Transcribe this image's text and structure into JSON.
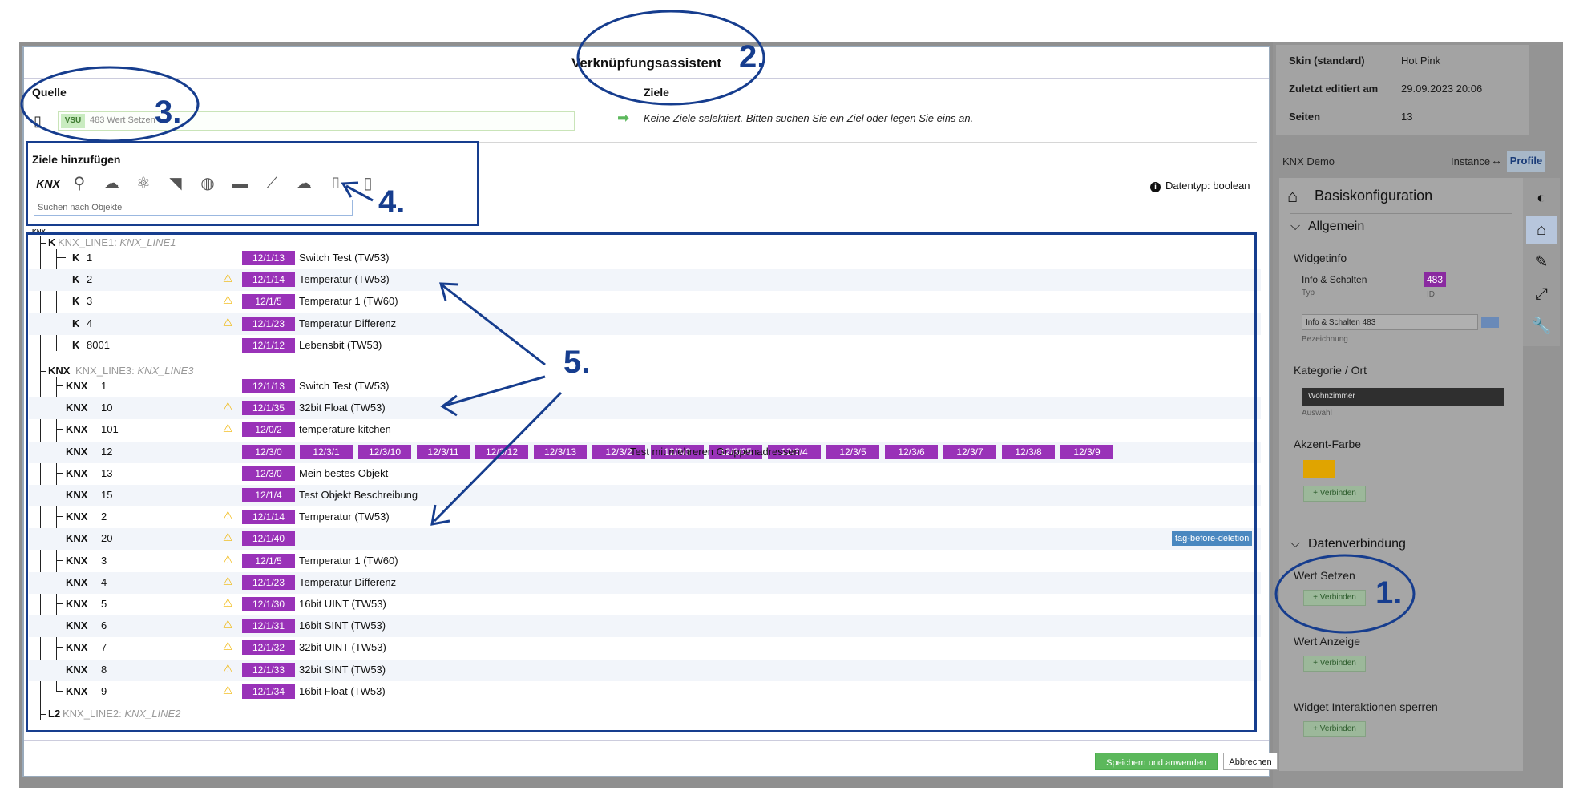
{
  "background": {
    "info_card": [
      {
        "key": "Skin (standard)",
        "value": "Hot Pink"
      },
      {
        "key": "Zuletzt editiert am",
        "value": "29.09.2023 20:06"
      },
      {
        "key": "Seiten",
        "value": "13"
      }
    ],
    "project_bar": {
      "name": "KNX Demo",
      "instance": "Instance",
      "arrow": "↔",
      "profile": "Profile"
    },
    "config": {
      "title": "Basiskonfiguration",
      "allgemein": "Allgemein",
      "widgetinfo": "Widgetinfo",
      "widget_type": "Info & Schalten",
      "type_label": "Typ",
      "widget_id": "483",
      "id_label": "ID",
      "bezeichnung_value": "Info & Schalten 483",
      "bezeichnung_label": "Bezeichnung",
      "kategorie": "Kategorie / Ort",
      "kategorie_value": "Wohnzimmer",
      "auswahl_label": "Auswahl",
      "akzent": "Akzent-Farbe",
      "akzent_color": "#e0a400",
      "datenverbindung": "Datenverbindung",
      "wert_setzen": "Wert Setzen",
      "wert_anzeige": "Wert Anzeige",
      "interaktionen": "Widget Interaktionen sperren",
      "verbinden": "+ Verbinden"
    }
  },
  "dialog": {
    "title": "Verknüpfungsassistent",
    "quelle_label": "Quelle",
    "source_badge": "VSU",
    "source_text": "483 Wert Setzen",
    "ziele_label": "Ziele",
    "ziele_message": "Keine Ziele selektiert. Bitten suchen Sie ein Ziel oder legen Sie eins an.",
    "add_targets_label": "Ziele hinzufügen",
    "search_placeholder": "Suchen nach Objekte",
    "datatype": "Datentyp: boolean",
    "tree_root": "KNX",
    "groups": [
      {
        "key": "K",
        "name": "KNX_LINE1:",
        "italic": "KNX_LINE1"
      },
      {
        "key": "KNX",
        "name": "KNX_LINE3:",
        "italic": "KNX_LINE3"
      },
      {
        "key": "L2",
        "name": "KNX_LINE2:",
        "italic": "KNX_LINE2"
      }
    ],
    "line1_items": [
      {
        "key": "K",
        "num": "1",
        "ga": "12/1/13",
        "name": "Switch Test (TW53)",
        "warn": false
      },
      {
        "key": "K",
        "num": "2",
        "ga": "12/1/14",
        "name": "Temperatur (TW53)",
        "warn": true
      },
      {
        "key": "K",
        "num": "3",
        "ga": "12/1/5",
        "name": "Temperatur 1 (TW60)",
        "warn": true
      },
      {
        "key": "K",
        "num": "4",
        "ga": "12/1/23",
        "name": "Temperatur Differenz",
        "warn": true
      },
      {
        "key": "K",
        "num": "8001",
        "ga": "12/1/12",
        "name": "Lebensbit (TW53)",
        "warn": false
      }
    ],
    "line3_items": [
      {
        "key": "KNX",
        "num": "1",
        "ga": "12/1/13",
        "name": "Switch Test (TW53)",
        "warn": false
      },
      {
        "key": "KNX",
        "num": "10",
        "ga": "12/1/35",
        "name": "32bit Float (TW53)",
        "warn": true
      },
      {
        "key": "KNX",
        "num": "101",
        "ga": "12/0/2",
        "name": "temperature kitchen",
        "warn": true
      },
      {
        "key": "KNX",
        "num": "12",
        "ga": "12/3/0",
        "name": "Test mit mehreren Gruppenadressen",
        "warn": false
      },
      {
        "key": "KNX",
        "num": "13",
        "ga": "12/3/0",
        "name": "Mein bestes Objekt",
        "warn": false
      },
      {
        "key": "KNX",
        "num": "15",
        "ga": "12/1/4",
        "name": "Test Objekt Beschreibung",
        "warn": false
      },
      {
        "key": "KNX",
        "num": "2",
        "ga": "12/1/14",
        "name": "Temperatur (TW53)",
        "warn": true
      },
      {
        "key": "KNX",
        "num": "20",
        "ga": "12/1/40",
        "name": "",
        "warn": true
      },
      {
        "key": "KNX",
        "num": "3",
        "ga": "12/1/5",
        "name": "Temperatur 1 (TW60)",
        "warn": true
      },
      {
        "key": "KNX",
        "num": "4",
        "ga": "12/1/23",
        "name": "Temperatur Differenz",
        "warn": true
      },
      {
        "key": "KNX",
        "num": "5",
        "ga": "12/1/30",
        "name": "16bit UINT (TW53)",
        "warn": true
      },
      {
        "key": "KNX",
        "num": "6",
        "ga": "12/1/31",
        "name": "16bit SINT (TW53)",
        "warn": true
      },
      {
        "key": "KNX",
        "num": "7",
        "ga": "12/1/32",
        "name": "32bit UINT (TW53)",
        "warn": true
      },
      {
        "key": "KNX",
        "num": "8",
        "ga": "12/1/33",
        "name": "32bit SINT (TW53)",
        "warn": true
      },
      {
        "key": "KNX",
        "num": "9",
        "ga": "12/1/34",
        "name": "16bit Float (TW53)",
        "warn": true
      }
    ],
    "multi_ga": [
      "12/3/1",
      "12/3/10",
      "12/3/11",
      "12/3/12",
      "12/3/13",
      "12/3/2",
      "12/3/3",
      "12/3/35",
      "12/3/4",
      "12/3/5",
      "12/3/6",
      "12/3/7",
      "12/3/8",
      "12/3/9"
    ],
    "tag_label": "tag-before-deletion",
    "save_label": "Speichern und anwenden",
    "cancel_label": "Abbrechen"
  },
  "annotations": [
    "1.",
    "2.",
    "3.",
    "4.",
    "5."
  ],
  "colors": {
    "annotation": "#163d8e",
    "ga_badge": "#9932b8",
    "save": "#5cb85c",
    "arrow": "#5cb85c"
  }
}
